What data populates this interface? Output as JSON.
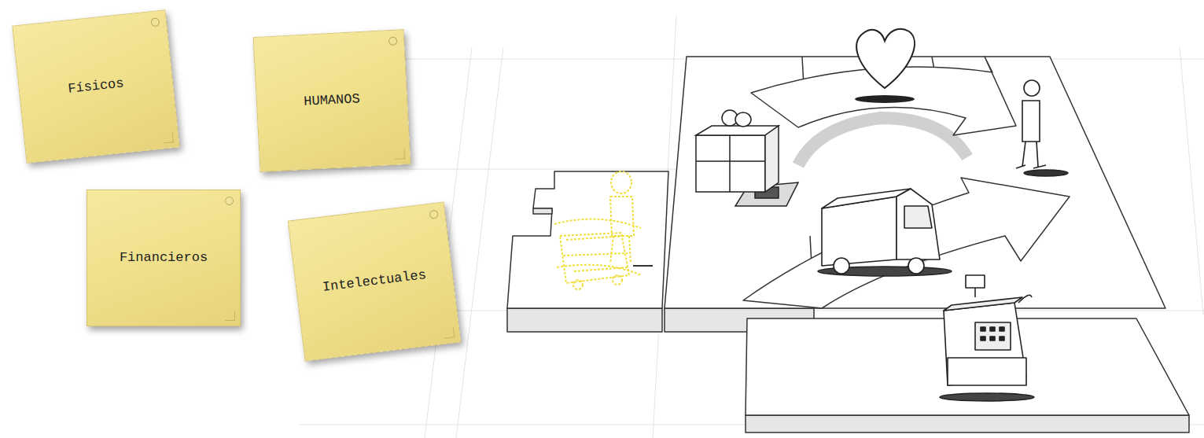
{
  "diagram": {
    "nodes": [
      {
        "text": [
          "Físicos"
        ]
      },
      {
        "text": [
          "HUMANOS"
        ]
      },
      {
        "text": [
          "Financieros"
        ]
      },
      {
        "text": [
          "Intelectuales"
        ]
      }
    ]
  }
}
